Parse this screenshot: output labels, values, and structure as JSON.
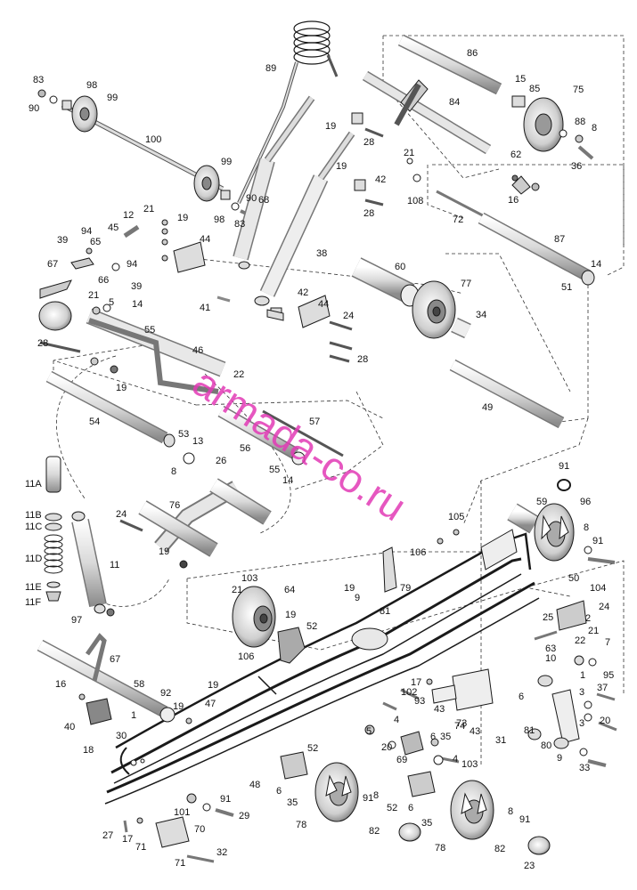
{
  "watermark": "armada-co.ru",
  "colors": {
    "line": "#1a1a1a",
    "part_light": "#f2f2f2",
    "part_mid": "#bdbdbd",
    "part_dark": "#555555",
    "watermark": "#e23ab6"
  },
  "callouts": {
    "c83": "83",
    "c90a": "90",
    "c98a": "98",
    "c99a": "99",
    "c100": "100",
    "c99b": "99",
    "c98b": "98",
    "c90b": "90",
    "c83b": "83",
    "c89": "89",
    "c68": "68",
    "c38": "38",
    "c19a": "19",
    "c28a": "28",
    "c19b": "19",
    "c42a": "42",
    "c28b": "28",
    "c86": "86",
    "c15": "15",
    "c85": "85",
    "c75": "75",
    "c84": "84",
    "c88": "88",
    "c8a": "8",
    "c36": "36",
    "c21a": "21",
    "c108": "108",
    "c62": "62",
    "c16a": "16",
    "c72": "72",
    "c87": "87",
    "c14a": "14",
    "c51": "51",
    "c12": "12",
    "c21b": "21",
    "c45": "45",
    "c19c": "19",
    "c44a": "44",
    "c39a": "39",
    "c94a": "94",
    "c65": "65",
    "c67a": "67",
    "c94b": "94",
    "c66": "66",
    "c39b": "39",
    "c21c": "21",
    "c5a": "5",
    "c14b": "14",
    "c55a": "55",
    "c28c": "28",
    "c41": "41",
    "c46": "46",
    "c22a": "22",
    "c19d": "19",
    "c60": "60",
    "c77": "77",
    "c42b": "42",
    "c44b": "44",
    "c24a": "24",
    "c28d": "28",
    "c34": "34",
    "c49": "49",
    "c54": "54",
    "c53": "53",
    "c13": "13",
    "c8b": "8",
    "c57": "57",
    "c56": "56",
    "c55b": "55",
    "c14c": "14",
    "c26": "26",
    "c76": "76",
    "c24b": "24",
    "c19e": "19",
    "c11A": "11A",
    "c11B": "11B",
    "c11C": "11C",
    "c11D": "11D",
    "c11": "11",
    "c11E": "11E",
    "c11F": "11F",
    "c97": "97",
    "c91a": "91",
    "c96": "96",
    "c59": "59",
    "c105": "105",
    "c106a": "106",
    "c8c": "8",
    "c91b": "91",
    "c104": "104",
    "c19f": "19",
    "c9a": "9",
    "c79": "79",
    "c81a": "81",
    "c103a": "103",
    "c21d": "21",
    "c64": "64",
    "c19g": "19",
    "c52a": "52",
    "c106b": "106",
    "c50": "50",
    "c25": "25",
    "c2": "2",
    "c24c": "24",
    "c21e": "21",
    "c22b": "22",
    "c7": "7",
    "c63": "63",
    "c10": "10",
    "c95": "95",
    "c6a": "6",
    "c1a": "1",
    "c67b": "67",
    "c58": "58",
    "c16b": "16",
    "c40": "40",
    "c1b": "1",
    "c30": "30",
    "c92": "92",
    "c19h": "19",
    "c47": "47",
    "c19i": "19",
    "c17a": "17",
    "c102": "102",
    "c93": "93",
    "c43a": "43",
    "c74": "74",
    "c43b": "43",
    "c31": "31",
    "c5b": "5",
    "c4a": "4",
    "c20a": "20",
    "c73": "73",
    "c6b": "6",
    "c35a": "35",
    "c69": "69",
    "c4b": "4",
    "c103b": "103",
    "c37": "37",
    "c3a": "3",
    "c20b": "20",
    "c3b": "3",
    "c81b": "81",
    "c80": "80",
    "c9b": "9",
    "c33": "33",
    "c18": "18",
    "c48": "48",
    "c52b": "52",
    "c6c": "6",
    "c35b": "35",
    "c78a": "78",
    "c8d": "8",
    "c91c": "91",
    "c82a": "82",
    "c52c": "52",
    "c6d": "6",
    "c35c": "35",
    "c78b": "78",
    "c8e": "8",
    "c91d": "91",
    "c82b": "82",
    "c23": "23",
    "c101": "101",
    "c91e": "91",
    "c29": "29",
    "c27": "27",
    "c17b": "17",
    "c71a": "71",
    "c70": "70",
    "c71b": "71",
    "c32": "32"
  }
}
